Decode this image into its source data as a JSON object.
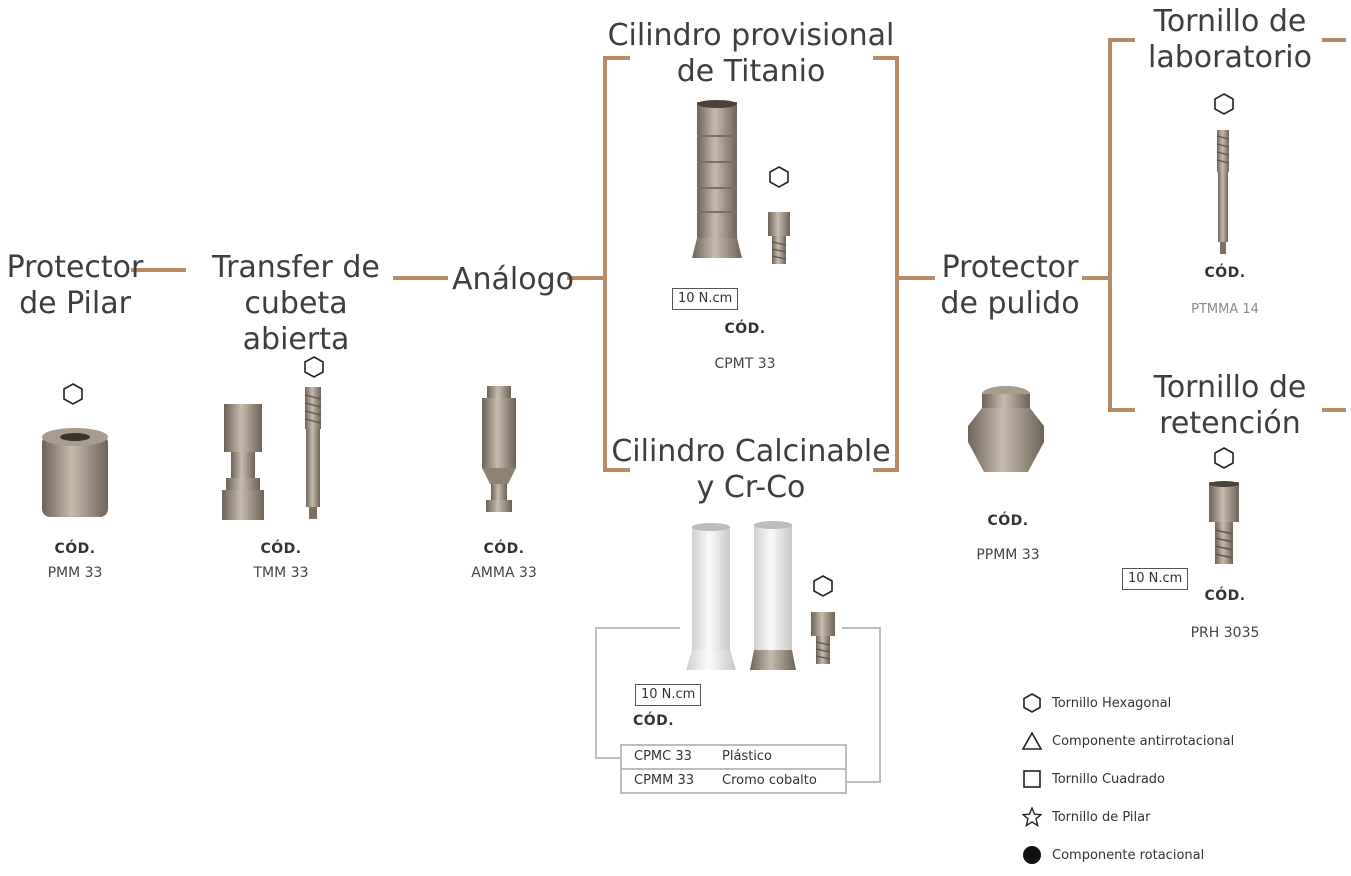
{
  "titles": {
    "protector_pilar": "Protector\nde Pilar",
    "transfer": "Transfer de\ncubeta abierta",
    "analogo": "Análogo",
    "cilindro_titanio": "Cilindro provisional\nde Titanio",
    "cilindro_calcinable": "Cilindro Calcinable\ny Cr-Co",
    "protector_pulido": "Protector\nde pulido",
    "tornillo_laboratorio": "Tornillo de\nlaboratorio",
    "tornillo_retencion": "Tornillo de\nretención"
  },
  "cod_label": "CÓD.",
  "codes": {
    "protector_pilar": "PMM 33",
    "transfer": "TMM 33",
    "analogo": "AMMA 33",
    "cilindro_titanio": "CPMT 33",
    "protector_pulido": "PPMM 33",
    "tornillo_laboratorio": "PTMMA 14",
    "tornillo_retencion": "PRH 3035"
  },
  "torque": "10 N.cm",
  "calcinable_table": [
    {
      "code": "CPMC 33",
      "material": "Plástico"
    },
    {
      "code": "CPMM 33",
      "material": "Cromo cobalto"
    }
  ],
  "legend": [
    {
      "icon": "hexagon",
      "label": "Tornillo Hexagonal"
    },
    {
      "icon": "triangle",
      "label": "Componente antirrotacional"
    },
    {
      "icon": "square",
      "label": "Tornillo Cuadrado"
    },
    {
      "icon": "star",
      "label": "Tornillo de Pilar"
    },
    {
      "icon": "filled-circle",
      "label": "Componente rotacional"
    }
  ],
  "colors": {
    "connector": "#b98a67",
    "table_border": "#bdbdbd",
    "metal_light": "#b6aa9c",
    "metal_dark": "#7d7165",
    "plastic": "#ededed"
  }
}
